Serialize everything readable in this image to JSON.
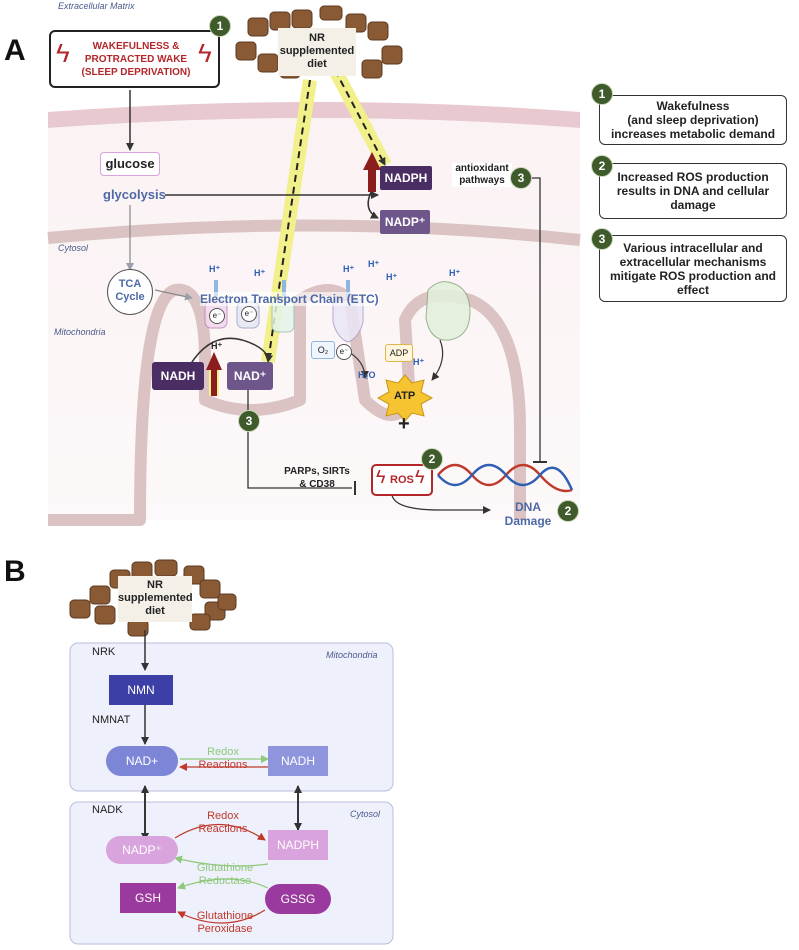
{
  "panel_a": {
    "letter": "A",
    "region_extracellular": "Extracellular Matrix",
    "region_cytosol": "Cytosol",
    "region_mitochondria": "Mitochondria",
    "wake_box": [
      "WAKEFULNESS &",
      "PROTRACTED WAKE",
      "(SLEEP DEPRIVATION)"
    ],
    "nr_diet": [
      "NR",
      "supplemented",
      "diet"
    ],
    "glucose": "glucose",
    "glycolysis": "glycolysis",
    "tca": [
      "TCA",
      "Cycle"
    ],
    "etc": "Electron Transport Chain (ETC)",
    "nadph": "NADPH",
    "nadp": "NADP⁺",
    "antioxidant": [
      "antioxidant",
      "pathways"
    ],
    "nadh": "NADH",
    "nad": "NAD⁺",
    "hplus": "H⁺",
    "eminus": "e⁻",
    "o2": "O₂",
    "h2o": "H₂O",
    "adp": "ADP",
    "atp": "ATP",
    "plus": "+",
    "parps": [
      "PARPs, SIRTs",
      "& CD38"
    ],
    "ros": "ROS",
    "dna_damage": [
      "DNA",
      "Damage"
    ],
    "badge_1": "1",
    "badge_2": "2",
    "badge_3": "3"
  },
  "side_boxes": [
    {
      "badge": "1",
      "text": [
        "Wakefulness",
        "(and sleep deprivation)",
        "increases metabolic demand"
      ]
    },
    {
      "badge": "2",
      "text": [
        "Increased ROS production",
        "results in DNA and cellular",
        "damage"
      ]
    },
    {
      "badge": "3",
      "text": [
        "Various intracellular and",
        "extracellular mechanisms",
        "mitigate ROS production and",
        "effect"
      ]
    }
  ],
  "panel_b": {
    "letter": "B",
    "nr_diet": [
      "NR",
      "supplemented",
      "diet"
    ],
    "mito_label": "Mitochondria",
    "cytosol_label": "Cytosol",
    "nrk": "NRK",
    "nmn": "NMN",
    "nmnat": "NMNAT",
    "nad": "NAD+",
    "nadh": "NADH",
    "redox_mito": [
      "Redox",
      "Reactions"
    ],
    "nadk": "NADK",
    "nadp": "NADP⁺",
    "nadph": "NADPH",
    "redox_cyto": [
      "Redox",
      "Reactions"
    ],
    "gr": [
      "Glutathione",
      "Reductase"
    ],
    "gsh": "GSH",
    "gssg": "GSSG",
    "gp": [
      "Glutathione",
      "Peroxidase"
    ]
  },
  "colors": {
    "badge_green": "#3f5a2b",
    "wake_red": "#b3262a",
    "nadph_purple": "#4a2d63",
    "highlight_yellow": "#f2f08a",
    "mito_box": "#eef0fb",
    "nmn_blue": "#3c3fa6",
    "nad_lavender": "#7d86d6",
    "nadp_pink": "#d9a3dd",
    "gssg_magenta": "#9b3a9e",
    "redox_red": "#c0392b",
    "redox_green": "#8fc87a"
  }
}
